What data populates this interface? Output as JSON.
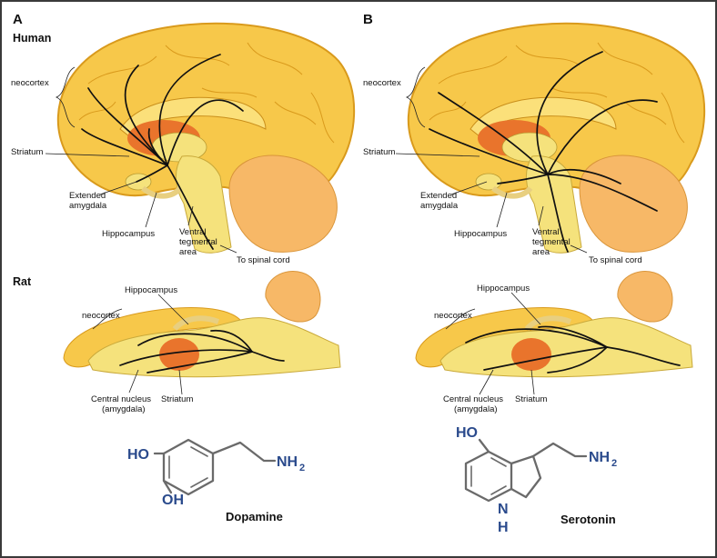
{
  "colors": {
    "cortex": "#f7c84a",
    "cortex_light": "#fbe07a",
    "cortex_edge": "#d99a1c",
    "striatum": "#e9742c",
    "cerebellum": "#f7b867",
    "brainstem": "#f5e27c",
    "pathway": "#111111",
    "chem_text": "#2a4a8c"
  },
  "panels": [
    {
      "letter": "A",
      "human_labels": {
        "species": "Human",
        "neocortex": "neocortex",
        "striatum": "Striatum",
        "extended_amygdala_1": "Extended",
        "extended_amygdala_2": "amygdala",
        "hippocampus": "Hippocampus",
        "vta_1": "Ventral",
        "vta_2": "tegmental",
        "vta_3": "area",
        "spinal": "To spinal cord"
      },
      "rat_labels": {
        "species": "Rat",
        "hippocampus": "Hippocampus",
        "neocortex": "neocortex",
        "central_1": "Central nucleus",
        "central_2": "(amygdala)",
        "striatum": "Striatum"
      },
      "molecule": {
        "name": "Dopamine",
        "groups": [
          "HO",
          "OH",
          "NH",
          "2"
        ]
      }
    },
    {
      "letter": "B",
      "human_labels": {
        "neocortex": "neocortex",
        "striatum": "Striatum",
        "extended_amygdala_1": "Extended",
        "extended_amygdala_2": "amygdala",
        "hippocampus": "Hippocampus",
        "vta_1": "Ventral",
        "vta_2": "tegmental",
        "vta_3": "area",
        "spinal": "To spinal cord"
      },
      "rat_labels": {
        "hippocampus": "Hippocampus",
        "neocortex": "neocortex",
        "central_1": "Central nucleus",
        "central_2": "(amygdala)",
        "striatum": "Striatum"
      },
      "molecule": {
        "name": "Serotonin",
        "groups": [
          "HO",
          "NH",
          "2",
          "N",
          "H"
        ]
      }
    }
  ]
}
